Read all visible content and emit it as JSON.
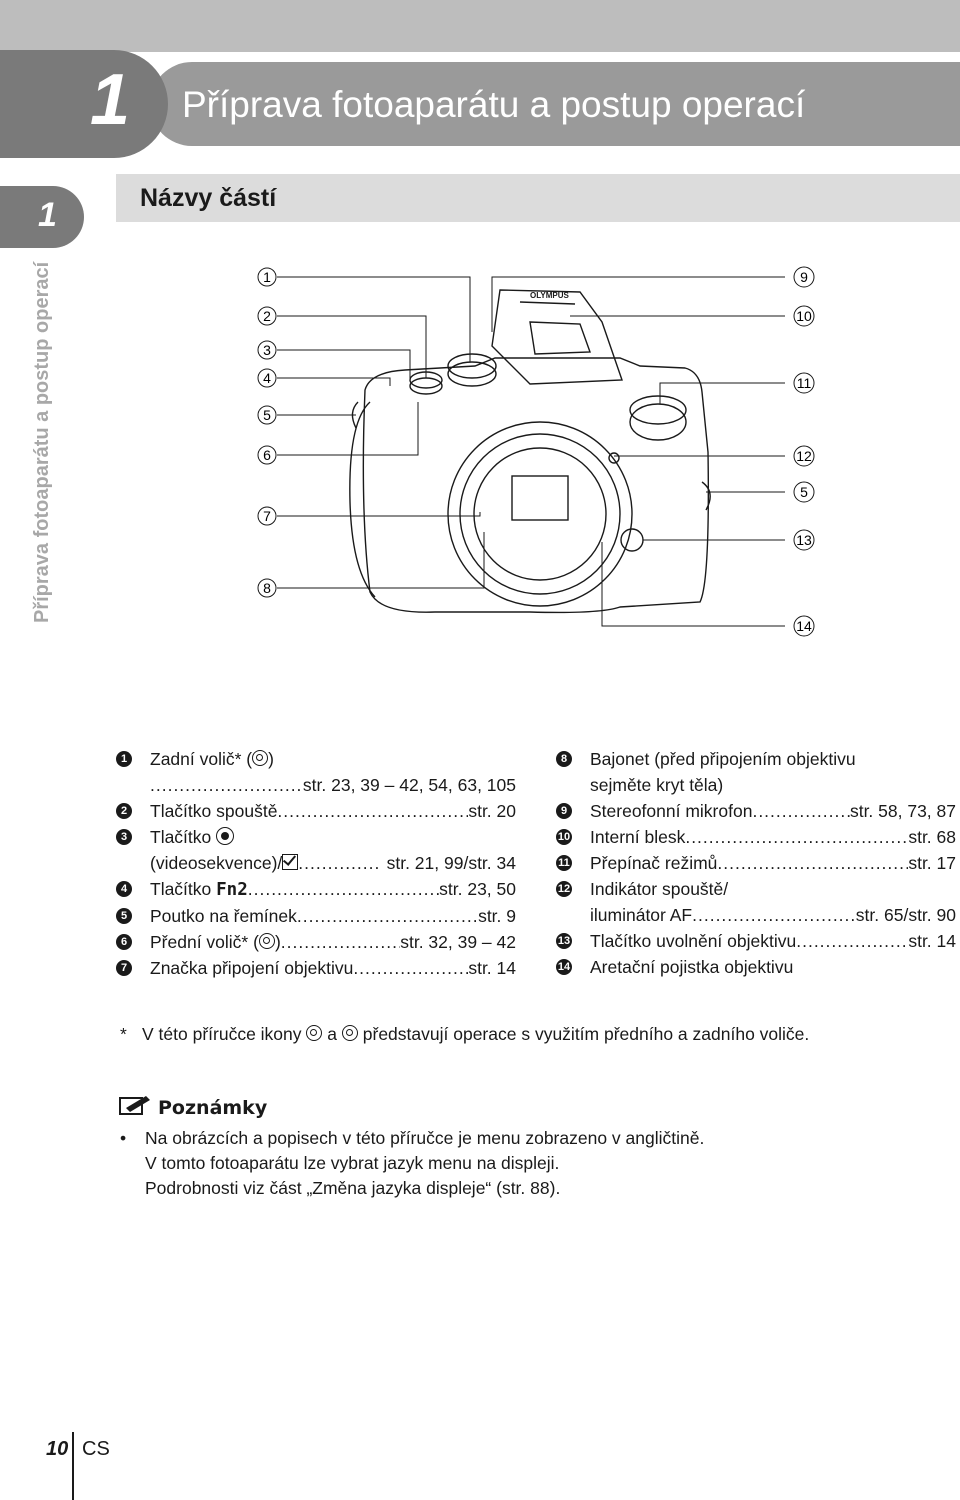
{
  "chapter": {
    "number": "1",
    "title": "Příprava fotoaparátu a postup operací"
  },
  "section": {
    "tab_number": "1",
    "title": "Názvy částí",
    "side_label": "Příprava fotoaparátu a postup operací"
  },
  "diagram": {
    "brand": "OLYMPUS",
    "left_callouts": [
      "1",
      "2",
      "3",
      "4",
      "5",
      "6",
      "7",
      "8"
    ],
    "right_callouts": [
      "9",
      "10",
      "11",
      "12",
      "5",
      "13",
      "14"
    ]
  },
  "parts_left": [
    {
      "num": "1",
      "label": "Zadní volič* (",
      "label_after": ")",
      "icon": "rear-dial-icon",
      "ref": "str. 23, 39 – 42, 54, 63, 105"
    },
    {
      "num": "2",
      "label": "Tlačítko spouště",
      "ref": "str. 20"
    },
    {
      "num": "3",
      "label": "Tlačítko",
      "icon": "movie-record-icon",
      "label2": "(videosekvence)/",
      "icon2": "check-box-icon",
      "ref": "str. 21, 99/str. 34"
    },
    {
      "num": "4",
      "label": "Tlačítko ",
      "label_fn": "Fn2",
      "ref": "str. 23, 50"
    },
    {
      "num": "5",
      "label": "Poutko na řemínek",
      "ref": "str. 9"
    },
    {
      "num": "6",
      "label": "Přední volič* (",
      "label_after": ")",
      "icon": "front-dial-icon",
      "ref": "str. 32, 39 – 42"
    },
    {
      "num": "7",
      "label": "Značka připojení objektivu",
      "ref": "str. 14"
    }
  ],
  "parts_right": [
    {
      "num": "8",
      "label": "Bajonet (před připojením objektivu",
      "label2": "sejměte kryt těla)"
    },
    {
      "num": "9",
      "label": "Stereofonní mikrofon",
      "ref": "str. 58, 73, 87"
    },
    {
      "num": "10",
      "label": "Interní blesk",
      "ref": "str. 68"
    },
    {
      "num": "11",
      "label": "Přepínač režimů",
      "ref": "str. 17"
    },
    {
      "num": "12",
      "label": "Indikátor spouště/",
      "label2": "iluminátor AF",
      "ref": "str. 65/str. 90"
    },
    {
      "num": "13",
      "label": "Tlačítko uvolnění objektivu",
      "ref": "str. 14"
    },
    {
      "num": "14",
      "label": "Aretační pojistka objektivu"
    }
  ],
  "footnote": {
    "star": "*",
    "text_a": "V této příručce ikony",
    "text_b": "a",
    "text_c": "představují operace s využitím předního a zadního voliče."
  },
  "notes": {
    "heading": "Poznámky",
    "bullet": "•",
    "lines": [
      "Na obrázcích a popisech v této příručce je menu zobrazeno v angličtině.",
      "V tomto fotoaparátu lze vybrat jazyk menu na displeji.",
      "Podrobnosti viz část „Změna jazyka displeje“ (str. 88)."
    ]
  },
  "footer": {
    "page": "10",
    "lang": "CS"
  }
}
